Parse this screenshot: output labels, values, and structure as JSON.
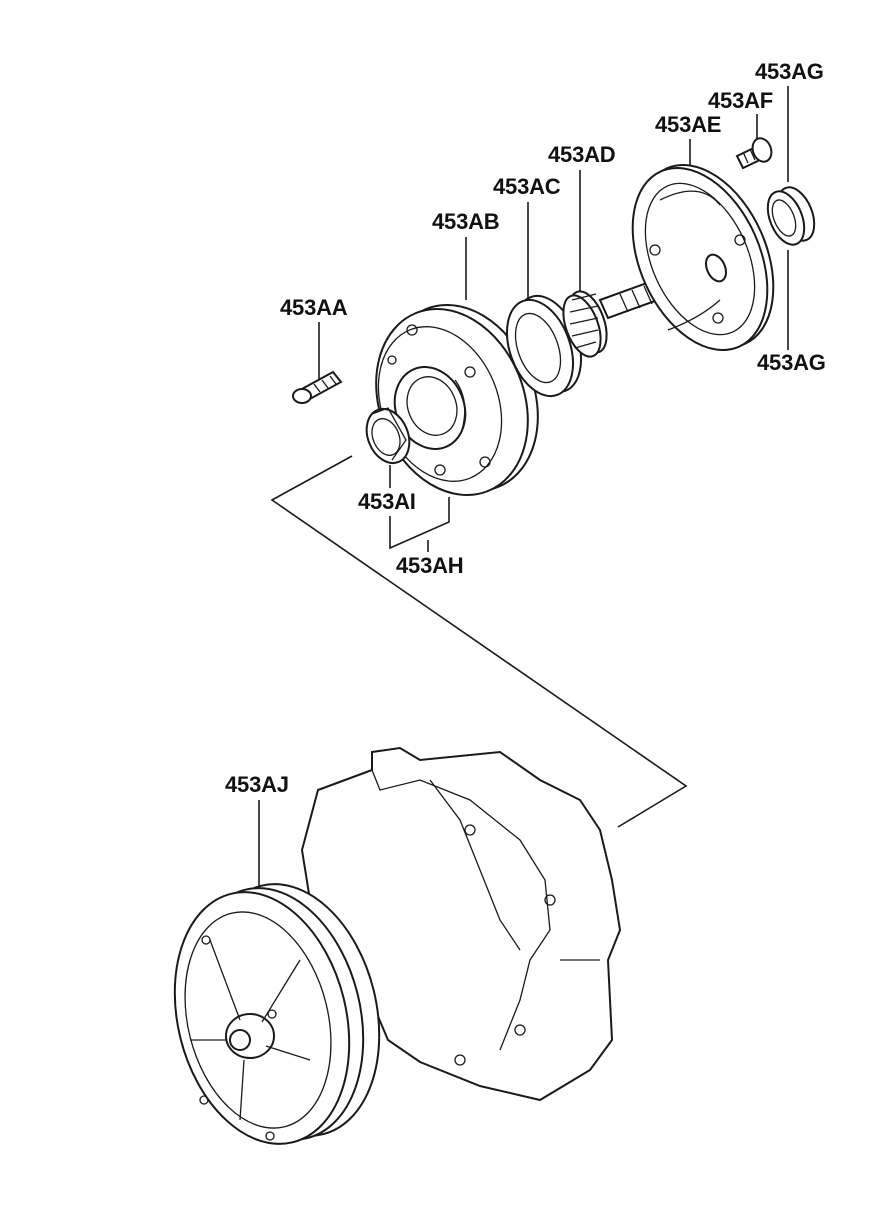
{
  "diagram": {
    "labels": {
      "aa": "453AA",
      "ab": "453AB",
      "ac": "453AC",
      "ad": "453AD",
      "ae": "453AE",
      "af": "453AF",
      "ag_top": "453AG",
      "ag_bottom": "453AG",
      "ah": "453AH",
      "ai": "453AI",
      "aj": "453AJ"
    }
  }
}
